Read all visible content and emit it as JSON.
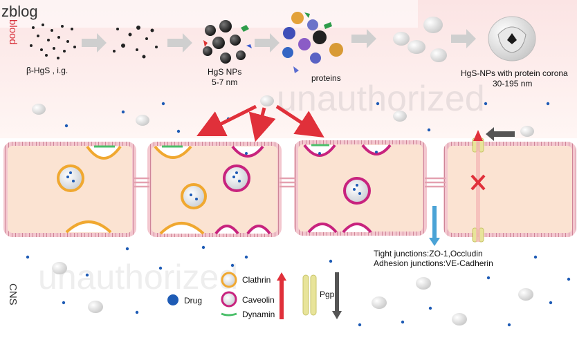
{
  "watermarks": {
    "corner": "zblog",
    "top": "unauthorized",
    "bottom": "unauthorized"
  },
  "regions": {
    "blood": "blood",
    "cns": "CNS"
  },
  "top_flow": {
    "beta_label": "β-HgS , i.g.",
    "np_label": "HgS NPs",
    "np_size": "5-7 nm",
    "proteins_label": "proteins",
    "corona_label": "HgS-NPs with protein corona",
    "corona_size": "30-195 nm"
  },
  "junctions": {
    "tight": "Tight junctions:ZO-1,Occludin",
    "adhesion": "Adhesion junctions:VE-Cadherin"
  },
  "legend": {
    "drug": "Drug",
    "clathrin": "Clathrin",
    "caveolin": "Caveolin",
    "dynamin": "Dynamin",
    "pgp": "Pgp"
  },
  "colors": {
    "cell_fill": "#fbe3d2",
    "membrane": "#d98fa0",
    "clathrin": "#f0a830",
    "caveolin": "#c8237e",
    "dynamin": "#4bbf6a",
    "drug": "#1e5bb5",
    "red_arrow": "#e0303a",
    "blue_arrow": "#4aa3d6",
    "gray_arrow": "#555555",
    "pgp": "#e8e49a"
  }
}
